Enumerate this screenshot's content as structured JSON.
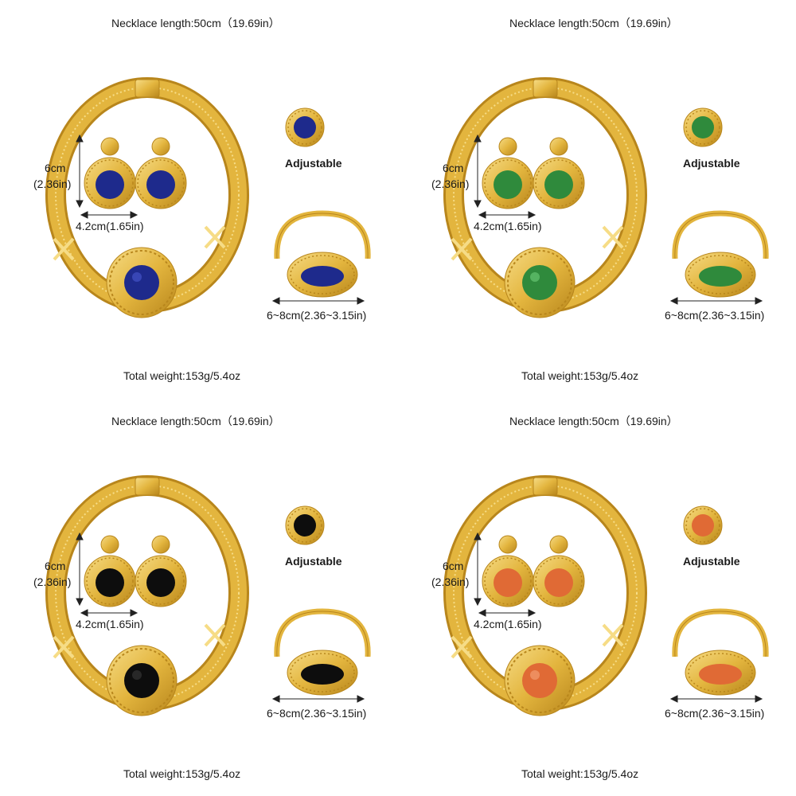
{
  "sets": [
    {
      "stone_name": "blue",
      "stone_color": "#1e2a8c",
      "stone_highlight": "#4a5ad0"
    },
    {
      "stone_name": "green",
      "stone_color": "#2f8a3c",
      "stone_highlight": "#6fcf7a"
    },
    {
      "stone_name": "black",
      "stone_color": "#0d0d0d",
      "stone_highlight": "#3a3a3a"
    },
    {
      "stone_name": "orange",
      "stone_color": "#e06a35",
      "stone_highlight": "#f5a57a"
    }
  ],
  "labels": {
    "necklace_length": "Necklace length:50cm（19.69in）",
    "total_weight": "Total weight:153g/5.4oz",
    "adjustable": "Adjustable",
    "earring_height_cm": "6cm",
    "earring_height_in": "(2.36in)",
    "earring_width": "4.2cm(1.65in)",
    "bracelet_size": "6~8cm(2.36~3.15in)"
  },
  "colors": {
    "gold": "#e3b53e",
    "gold_dark": "#b8861c",
    "gold_light": "#f6dc86"
  }
}
